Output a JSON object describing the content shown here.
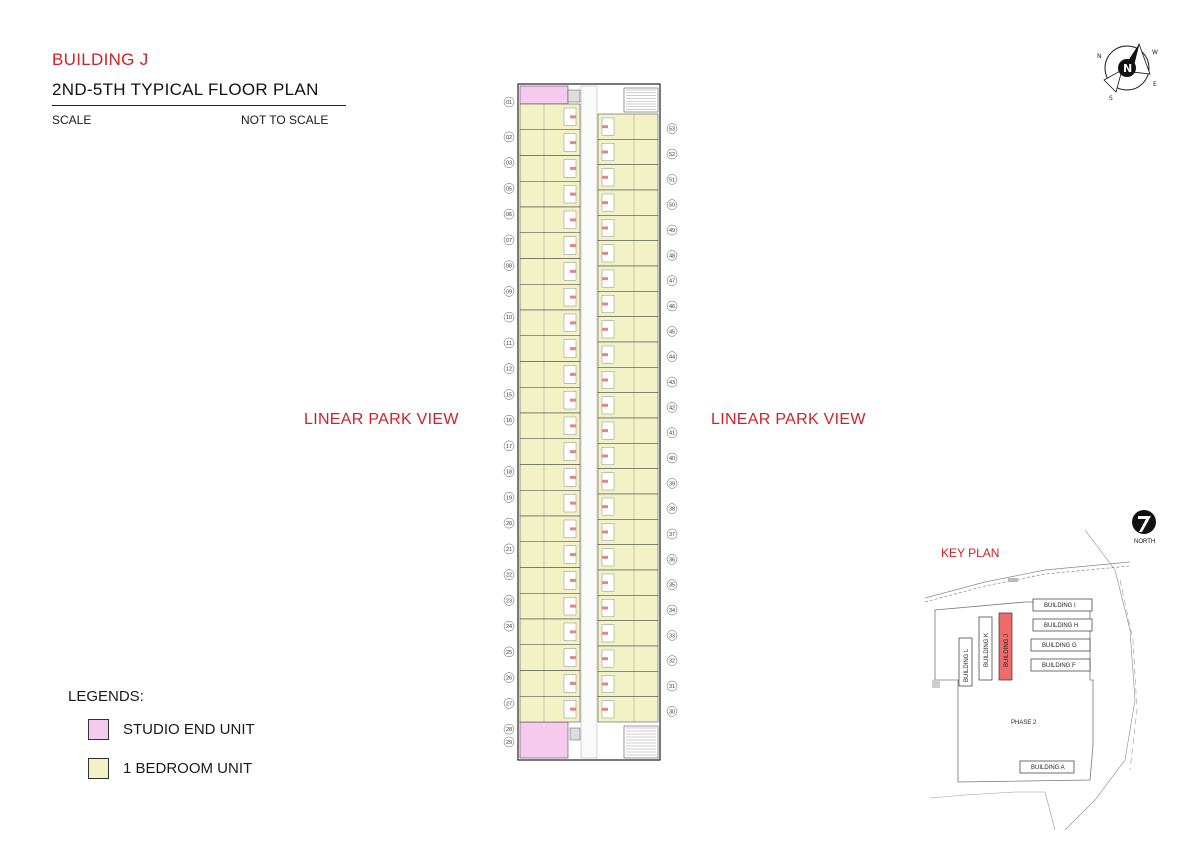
{
  "header": {
    "title": "BUILDING J",
    "subtitle": "2ND-5TH TYPICAL FLOOR PLAN",
    "scale_label": "SCALE",
    "scale_value": "NOT TO SCALE"
  },
  "views": {
    "left": "LINEAR PARK VIEW",
    "right": "LINEAR PARK VIEW"
  },
  "compass": {
    "icon": "compass-rose-icon",
    "north_letter": "N",
    "directions": [
      "N",
      "E",
      "S",
      "W"
    ]
  },
  "legend": {
    "title": "LEGENDS:",
    "items": [
      {
        "label": "STUDIO END UNIT",
        "color": "#f6c9ee"
      },
      {
        "label": "1 BEDROOM UNIT",
        "color": "#f3f2c7"
      }
    ]
  },
  "key_plan": {
    "label": "KEY PLAN",
    "north_label": "NORTH",
    "buildings_horizontal": [
      "BUILDING I",
      "BUILDING H",
      "BUILDING G",
      "BUILDING F"
    ],
    "buildings_vertical": [
      "BUILDING L",
      "BUILDING K",
      "BUILDING J"
    ],
    "phase": "PHASE 2",
    "bottom_building": "BUILDING A",
    "highlight_color": "#ee6b6b"
  },
  "floor_plan": {
    "left_units": [
      "01",
      "02",
      "03",
      "05",
      "06",
      "07",
      "08",
      "09",
      "10",
      "11",
      "12",
      "15",
      "16",
      "17",
      "18",
      "19",
      "20",
      "21",
      "22",
      "23",
      "24",
      "25",
      "26",
      "27",
      "28",
      "29"
    ],
    "right_units": [
      "53",
      "52",
      "51",
      "50",
      "49",
      "48",
      "47",
      "46",
      "45",
      "44",
      "43",
      "42",
      "41",
      "40",
      "39",
      "38",
      "37",
      "36",
      "35",
      "34",
      "33",
      "32",
      "31",
      "30"
    ],
    "studio_color": "#f6c9ee",
    "onebr_color": "#f3f2c7"
  }
}
